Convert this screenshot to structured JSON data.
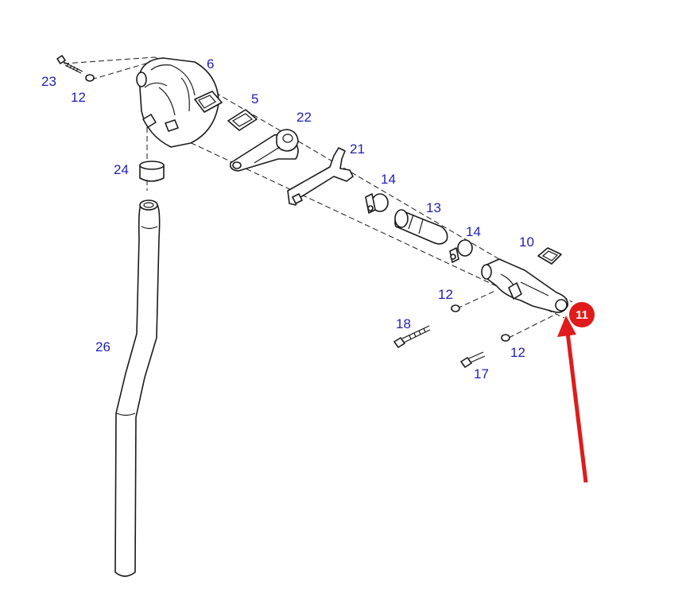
{
  "colors": {
    "label": "#1f1fb4",
    "highlight": "#e01b1b",
    "line": "#1a1a1a",
    "badge_text": "#ffffff"
  },
  "labels": {
    "p23": "23",
    "p12a": "12",
    "p6": "6",
    "p5": "5",
    "p22": "22",
    "p21": "21",
    "p24": "24",
    "p14a": "14",
    "p13": "13",
    "p14b": "14",
    "p10": "10",
    "p12b": "12",
    "p18": "18",
    "p12c": "12",
    "p17": "17",
    "p26": "26"
  },
  "highlight": {
    "part": "11"
  }
}
